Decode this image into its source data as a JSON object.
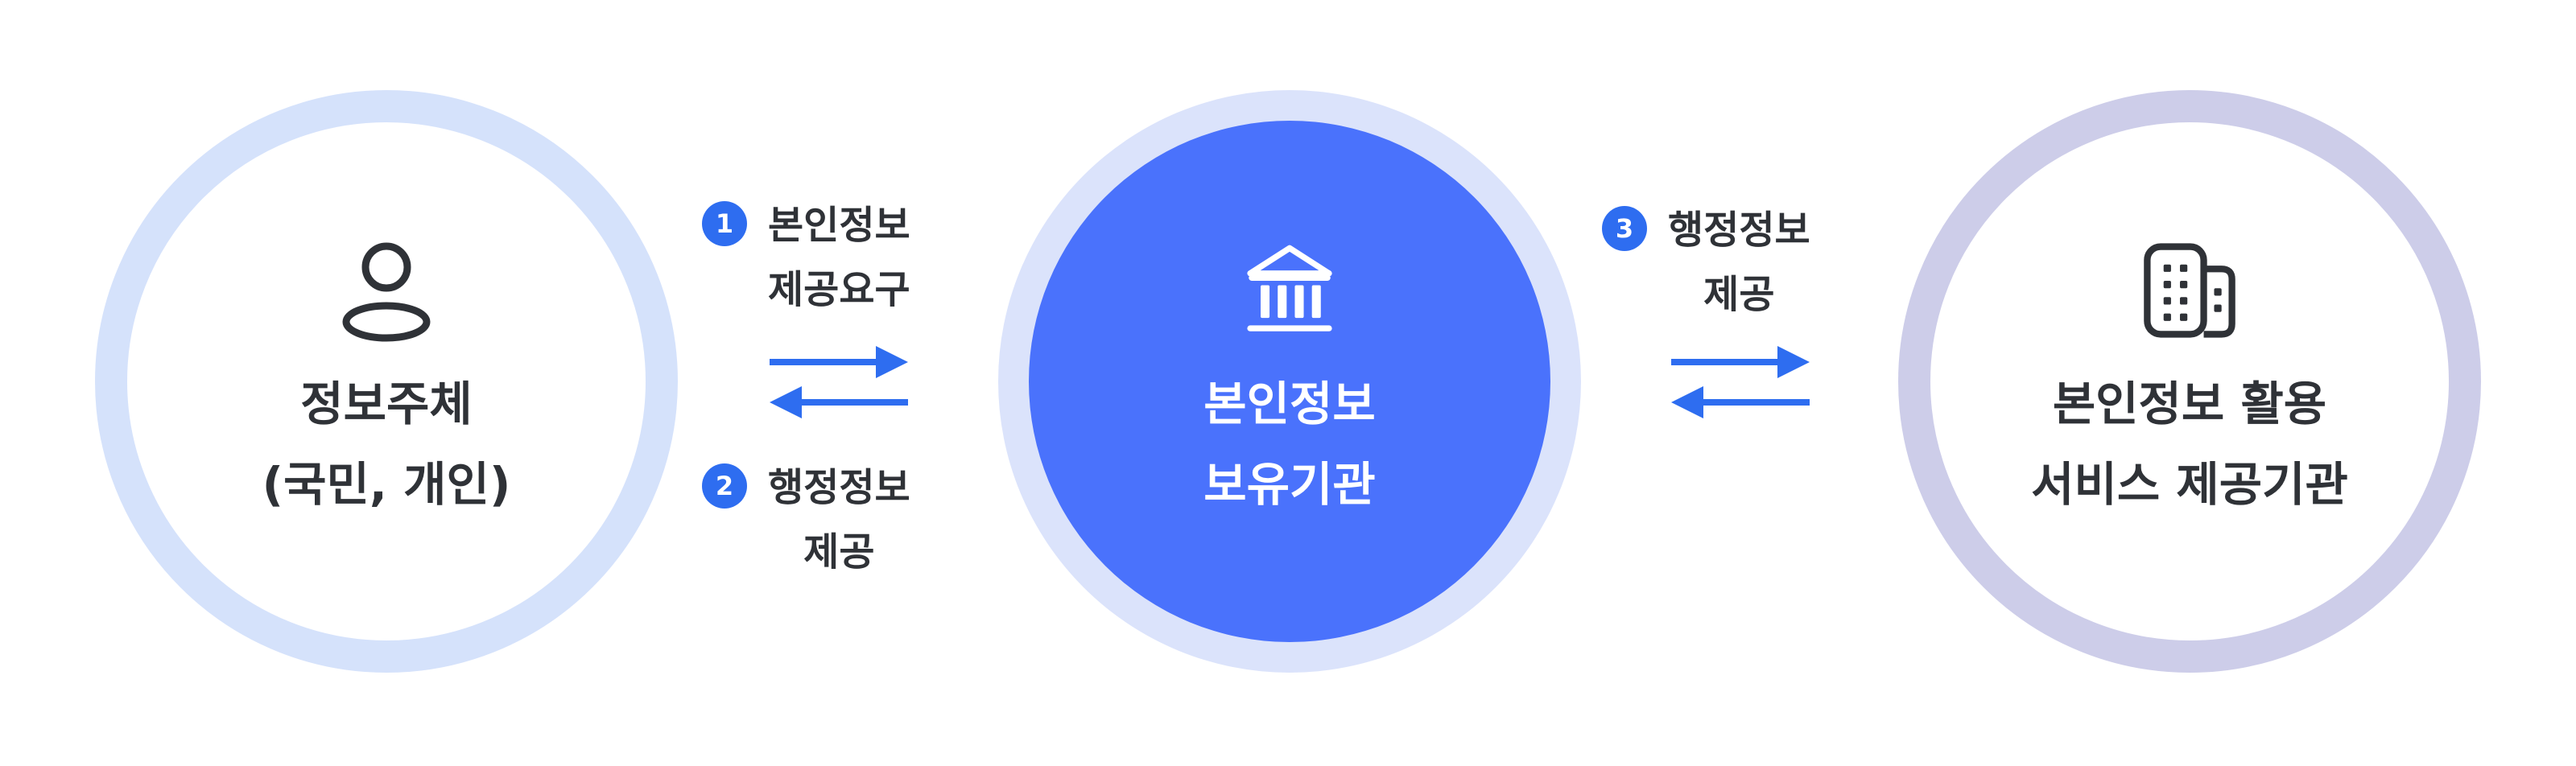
{
  "nodes": {
    "subject": {
      "line1": "정보주체",
      "line2": "(국민, 개인)",
      "icon": "person-icon"
    },
    "holder": {
      "line1": "본인정보",
      "line2": "보유기관",
      "icon": "institution-icon"
    },
    "service": {
      "line1": "본인정보 활용",
      "line2": "서비스 제공기관",
      "icon": "building-icon"
    }
  },
  "steps": [
    {
      "number": "1",
      "line1": "본인정보",
      "line2": "제공요구"
    },
    {
      "number": "2",
      "line1": "행정정보",
      "line2": "제공"
    },
    {
      "number": "3",
      "line1": "행정정보",
      "line2": "제공"
    }
  ],
  "colors": {
    "accent": "#2e6df0",
    "holder_fill": "#4a72fc",
    "subject_ring": "#d5e2fb",
    "holder_ring": "#dbe3fb",
    "service_ring": "#cdcde9",
    "text": "#2f3237"
  }
}
